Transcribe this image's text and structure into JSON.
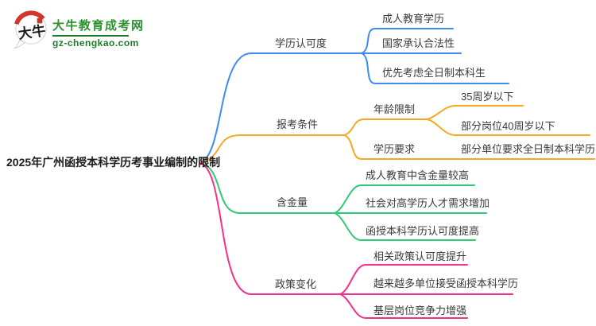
{
  "logo": {
    "icon_text": "大牛",
    "site_name": "大牛教育成考网",
    "site_url": "gz-chengkao.com",
    "name_color": "#2E9130",
    "url_color": "#1F7A28",
    "seal_red": "#C8352B"
  },
  "mindmap": {
    "root": {
      "label": "2025年广州函授本科学历考事业编制的限制"
    },
    "branches": [
      {
        "label": "学历认可度",
        "color": "#3E8BF2",
        "children": [
          {
            "label": "成人教育学历"
          },
          {
            "label": "国家承认合法性"
          },
          {
            "label": "优先考虑全日制本科生"
          }
        ]
      },
      {
        "label": "报考条件",
        "color": "#F7A823",
        "children": [
          {
            "label": "年龄限制",
            "children": [
              {
                "label": "35周岁以下"
              },
              {
                "label": "部分岗位40周岁以下"
              }
            ]
          },
          {
            "label": "学历要求",
            "children": [
              {
                "label": "部分单位要求全日制本科学历"
              }
            ]
          }
        ]
      },
      {
        "label": "含金量",
        "color": "#2DCB73",
        "children": [
          {
            "label": "成人教育中含金量较高"
          },
          {
            "label": "社会对高学历人才需求增加"
          },
          {
            "label": "函授本科学历认可度提高"
          }
        ]
      },
      {
        "label": "政策变化",
        "color": "#F5308C",
        "children": [
          {
            "label": "相关政策认可度提升"
          },
          {
            "label": "越来越多单位接受函授本科学历"
          },
          {
            "label": "基层岗位竞争力增强"
          }
        ]
      }
    ]
  }
}
